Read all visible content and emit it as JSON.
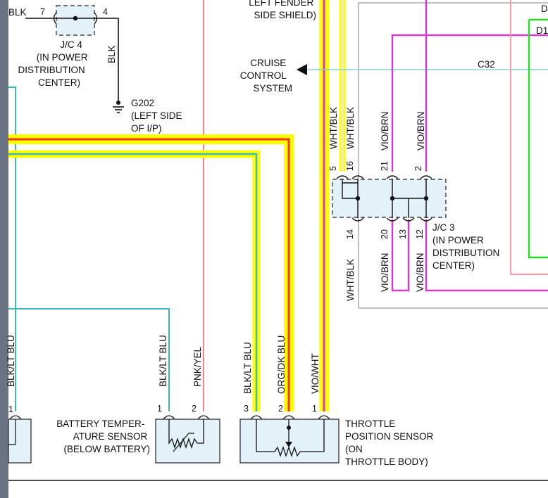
{
  "colors": {
    "yellow_highlight": "#ffff00",
    "red_trace": "#ff3300",
    "teal_wire": "#3cb8b8",
    "pink_wire": "#ff8080",
    "violet_wire": "#d838c8",
    "green_wire": "#22dd22",
    "background": "#ffffff",
    "connector_fill": "#e3f1f9",
    "left_bar": "#6a7384"
  },
  "labels": {
    "blk_top": "BLK",
    "jc4_pin7": "7",
    "jc4_pin4": "4",
    "jc4": [
      "J/C 4",
      "(IN POWER",
      "DISTRIBUTION",
      "CENTER)"
    ],
    "blk_vertical": "BLK",
    "g202": [
      "G202",
      "(LEFT SIDE",
      "OF I/P)"
    ],
    "left_fender": [
      "LEFT FENDER",
      "SIDE SHIELD)"
    ],
    "cruise": [
      "CRUISE",
      "CONTROL",
      "SYSTEM"
    ],
    "c32": "C32",
    "d_top": "D",
    "d1": "D1",
    "wire_wht_blk_5": "WHT/BLK",
    "wire_wht_blk_16": "WHT/BLK",
    "wire_vio_brn_21": "VIO/BRN",
    "wire_vio_brn_2": "VIO/BRN",
    "jc3_pins_top": [
      "5",
      "16",
      "21",
      "2"
    ],
    "jc3_pins_bottom": [
      "14",
      "20",
      "13",
      "12"
    ],
    "jc3": [
      "J/C 3",
      "(IN POWER",
      "DISTRIBUTION",
      "CENTER)"
    ],
    "wire_wht_blk_14": "WHT/BLK",
    "wire_vio_brn_20": "VIO/BRN",
    "wire_vio_brn_12": "VIO/BRN",
    "wire_blk_lt_blu_left": "BLK/LT BLU",
    "wire_blk_lt_blu_batt": "BLK/LT BLU",
    "wire_pnk_yel": "PNK/YEL",
    "wire_blk_lt_blu_tps": "BLK/LT BLU",
    "wire_org_dk_blu": "ORG/DK BLU",
    "wire_vio_wht": "VIO/WHT",
    "batt_pins": [
      "1",
      "2"
    ],
    "tps_pins": [
      "3",
      "2",
      "1"
    ],
    "left_pin": "1",
    "battery_sensor": [
      "BATTERY TEMPER-",
      "ATURE SENSOR",
      "(BELOW BATTERY)"
    ],
    "tps": [
      "THROTTLE",
      "POSITION SENSOR",
      "(ON",
      "THROTTLE BODY)"
    ]
  }
}
